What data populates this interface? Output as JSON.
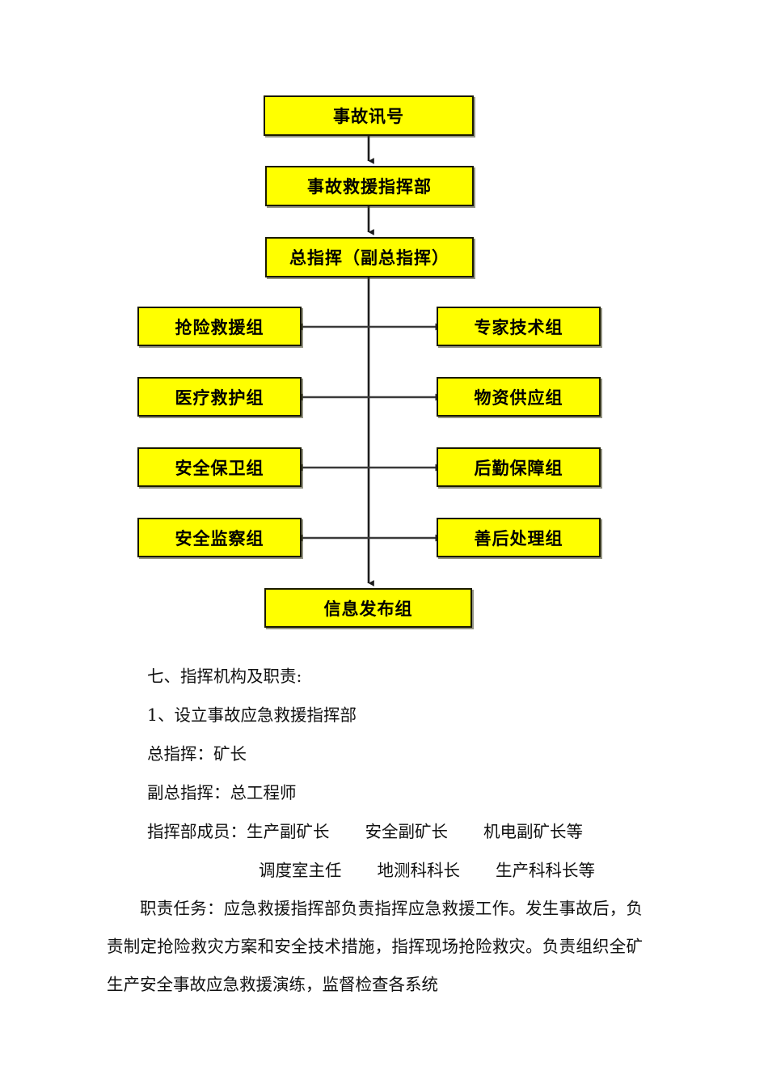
{
  "document": {
    "type": "emergency-response-org-chart",
    "colors": {
      "node_fill": "#FFFF00",
      "node_border": "#1a1a00",
      "connector": "#3a3a3a",
      "text": "#000000"
    }
  },
  "flowchart": {
    "center_nodes": [
      {
        "id": "accident-signal",
        "label": "事故讯号"
      },
      {
        "id": "rescue-command-center",
        "label": "事故救援指挥部"
      },
      {
        "id": "chief-commander",
        "label": "总指挥（副总指挥）"
      },
      {
        "id": "information-release",
        "label": "信息发布组"
      }
    ],
    "left_nodes": [
      {
        "id": "emergency-rescue-team",
        "label": "抢险救援组"
      },
      {
        "id": "medical-aid-team",
        "label": "医疗救护组"
      },
      {
        "id": "security-guard-team",
        "label": "安全保卫组"
      },
      {
        "id": "safety-inspection-team",
        "label": "安全监察组"
      }
    ],
    "right_nodes": [
      {
        "id": "expert-technical-team",
        "label": "专家技术组"
      },
      {
        "id": "material-supply-team",
        "label": "物资供应组"
      },
      {
        "id": "logistics-support-team",
        "label": "后勤保障组"
      },
      {
        "id": "aftermath-handling-team",
        "label": "善后处理组"
      }
    ]
  },
  "text": {
    "heading": "七、指挥机构及职责:",
    "item1": "1、设立事故应急救援指挥部",
    "chief_commander": "总指挥：矿长",
    "deputy_commander": "副总指挥：总工程师",
    "members_label": "指挥部成员：",
    "members_row1": [
      "生产副矿长",
      "安全副矿长",
      "机电副矿长等"
    ],
    "members_row2": [
      "调度室主任",
      "地测科科长",
      "生产科科长等"
    ],
    "duty": "职责任务：应急救援指挥部负责指挥应急救援工作。发生事故后，负责制定抢险救灾方案和安全技术措施，指挥现场抢险救灾。负责组织全矿生产安全事故应急救援演练，监督检查各系统"
  }
}
